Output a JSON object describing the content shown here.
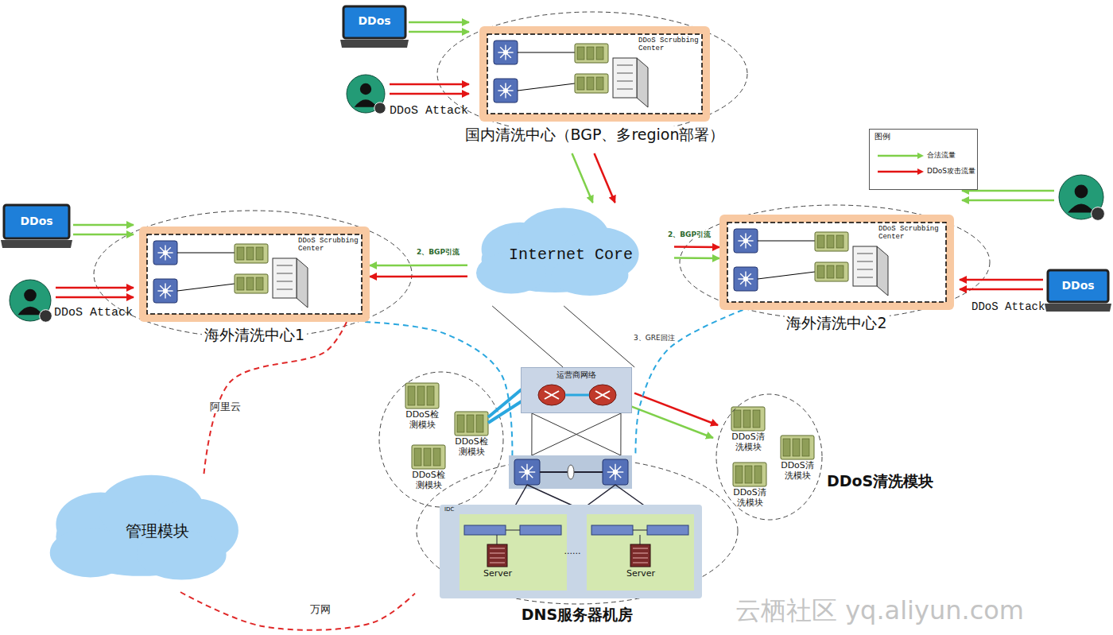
{
  "diagram": {
    "nodes": [
      {
        "text": [
          "DDoS Scrubbing Center",
          "国内清洗中心（BGP、多region部署）"
        ]
      },
      {
        "text": [
          "Internet Core"
        ]
      },
      {
        "text": [
          "DDoS Scrubbing Center",
          "海外清洗中心1"
        ]
      },
      {
        "text": [
          "DDoS Scrubbing Center",
          "海外清洗中心2"
        ]
      },
      {
        "text": [
          "运营商网络"
        ]
      },
      {
        "text": [
          "DNS服务器机房"
        ]
      },
      {
        "text": [
          "IDC"
        ],
        "in": 5
      },
      {
        "text": [
          "DDoS清洗模块"
        ]
      },
      {
        "text": [
          "管理模块"
        ]
      }
    ],
    "edges": [
      {
        "from": 0,
        "to": 1,
        "arrow": "to"
      },
      {
        "from": 1,
        "to": 2,
        "label": "2、BGP引流",
        "arrow": "to"
      },
      {
        "from": 1,
        "to": 3,
        "label": "2、BGP引流",
        "arrow": "to"
      },
      {
        "from": 1,
        "to": 4,
        "arrow": "none"
      },
      {
        "from": 4,
        "to": 5,
        "arrow": "none"
      },
      {
        "from": 4,
        "to": 7,
        "arrow": "to"
      },
      {
        "from": 2,
        "to": 5,
        "arrow": "none"
      },
      {
        "from": 3,
        "to": 5,
        "label": "3、GRE回注",
        "arrow": "none"
      },
      {
        "from": 8,
        "to": 2,
        "label": "阿里云",
        "arrow": "none"
      },
      {
        "from": 8,
        "to": 5,
        "label": "万网",
        "arrow": "none"
      }
    ],
    "labels": [
      "DDos",
      "DDoS Attack",
      "DDos",
      "DDoS Attack",
      "DDoS Attack",
      "DDos",
      "DDoS检测模块",
      "DDoS检测模块",
      "DDoS检测模块",
      "DDoS清洗模块",
      "DDoS清洗模块",
      "DDoS清洗模块",
      "Server",
      "......",
      "Server",
      "图例",
      "云栖社区 yq.aliyun.com"
    ],
    "legend": [
      {
        "text": "合法流量"
      },
      {
        "text": "DDoS攻击流量"
      }
    ]
  }
}
